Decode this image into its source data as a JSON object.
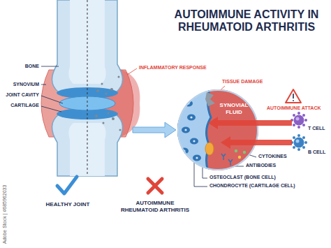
{
  "diagram": {
    "title": "AUTOIMMUNE ACTIVITY IN RHEUMATOID ARTHRITIS",
    "nodes": [
      {
        "text": [
          "SYNOVIAL FLUID"
        ]
      }
    ],
    "labels": [
      "BONE",
      "SYNOVIUM",
      "JOINT CAVITY",
      "CARTILAGE",
      "INFLAMMATORY RESPONSE",
      "TISSUE DAMAGE",
      "AUTOIMMUNE ATTACK",
      "T CELL",
      "B CELL",
      "CYTOKINES",
      "ANTIBODIES",
      "OSTEOCLAST (BONE CELL)",
      "CHONDROCYTE (CARTILAGE CELL)",
      "HEALTHY JOINT",
      "AUTOIMMUNE RHEUMATOID ARTHRITIS",
      "Adobe Stock | #685962033"
    ]
  }
}
